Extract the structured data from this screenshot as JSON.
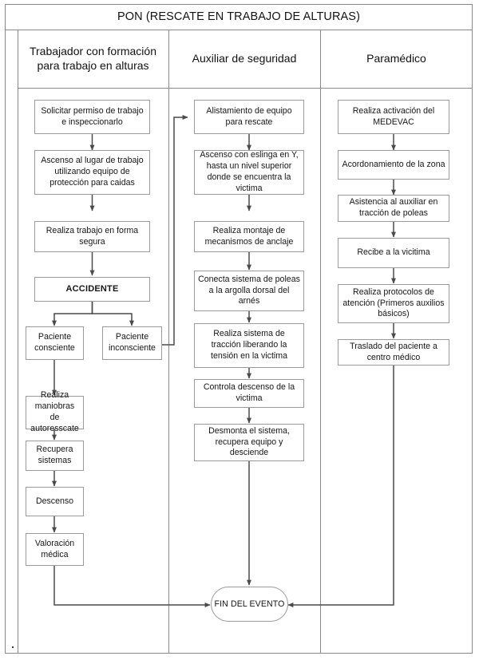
{
  "document": {
    "title": "PON (RESCATE EN TRABAJO DE ALTURAS)",
    "corner_mark": ""
  },
  "lanes": [
    {
      "id": "trabajador",
      "label": "Trabajador con formación para trabajo en alturas"
    },
    {
      "id": "auxiliar",
      "label": "Auxiliar de seguridad"
    },
    {
      "id": "paramedico",
      "label": "Paramédico"
    }
  ],
  "chart_data": {
    "type": "diagram",
    "diagram_kind": "swimlane-flowchart",
    "title": "PON (RESCATE EN TRABAJO DE ALTURAS)",
    "lanes": [
      "Trabajador con formación para trabajo en alturas",
      "Auxiliar de seguridad",
      "Paramédico"
    ],
    "nodes": [
      {
        "id": "t1",
        "lane": "trabajador",
        "shape": "process",
        "text": "Solicitar permiso de trabajo e inspeccionarlo"
      },
      {
        "id": "t2",
        "lane": "trabajador",
        "shape": "process",
        "text": "Ascenso al lugar de trabajo utilizando equipo de protección para caidas"
      },
      {
        "id": "t3",
        "lane": "trabajador",
        "shape": "process",
        "text": "Realiza trabajo en forma segura"
      },
      {
        "id": "t4",
        "lane": "trabajador",
        "shape": "process",
        "text": "ACCIDENTE",
        "emphasis": "bold"
      },
      {
        "id": "t5",
        "lane": "trabajador",
        "shape": "process",
        "text": "Paciente consciente"
      },
      {
        "id": "t6",
        "lane": "trabajador",
        "shape": "process",
        "text": "Paciente inconsciente"
      },
      {
        "id": "t7",
        "lane": "trabajador",
        "shape": "process",
        "text": "Realiza maniobras de autoresscate"
      },
      {
        "id": "t8",
        "lane": "trabajador",
        "shape": "process",
        "text": "Recupera sistemas"
      },
      {
        "id": "t9",
        "lane": "trabajador",
        "shape": "process",
        "text": "Descenso"
      },
      {
        "id": "t10",
        "lane": "trabajador",
        "shape": "process",
        "text": "Valoración médica"
      },
      {
        "id": "a1",
        "lane": "auxiliar",
        "shape": "process",
        "text": "Alistamiento de equipo para rescate"
      },
      {
        "id": "a2",
        "lane": "auxiliar",
        "shape": "process",
        "text": "Ascenso con eslinga en Y, hasta un nivel superior donde se encuentra la victima"
      },
      {
        "id": "a3",
        "lane": "auxiliar",
        "shape": "process",
        "text": "Realiza montaje de mecanismos de anclaje"
      },
      {
        "id": "a4",
        "lane": "auxiliar",
        "shape": "process",
        "text": "Conecta sistema de poleas a la argolla dorsal del arnés"
      },
      {
        "id": "a5",
        "lane": "auxiliar",
        "shape": "process",
        "text": "Realiza sistema de tracción liberando la tensión en la victima"
      },
      {
        "id": "a6",
        "lane": "auxiliar",
        "shape": "process",
        "text": "Controla descenso de la victima"
      },
      {
        "id": "a7",
        "lane": "auxiliar",
        "shape": "process",
        "text": "Desmonta el sistema, recupera equipo y desciende"
      },
      {
        "id": "p1",
        "lane": "paramedico",
        "shape": "process",
        "text": "Realiza activación del MEDEVAC"
      },
      {
        "id": "p2",
        "lane": "paramedico",
        "shape": "process",
        "text": "Acordonamiento de la zona"
      },
      {
        "id": "p3",
        "lane": "paramedico",
        "shape": "process",
        "text": "Asistencia al auxiliar en tracción de poleas"
      },
      {
        "id": "p4",
        "lane": "paramedico",
        "shape": "process",
        "text": "Recibe a la vicitima"
      },
      {
        "id": "p5",
        "lane": "paramedico",
        "shape": "process",
        "text": "Realiza protocolos de atención (Primeros auxilios básicos)"
      },
      {
        "id": "p6",
        "lane": "paramedico",
        "shape": "process",
        "text": "Traslado del paciente a centro médico"
      },
      {
        "id": "end",
        "lane": "auxiliar",
        "shape": "terminator",
        "text": "FIN DEL EVENTO"
      }
    ],
    "edges": [
      {
        "from": "t1",
        "to": "t2"
      },
      {
        "from": "t2",
        "to": "t3"
      },
      {
        "from": "t3",
        "to": "t4"
      },
      {
        "from": "t4",
        "to": "t5"
      },
      {
        "from": "t4",
        "to": "t6"
      },
      {
        "from": "t5",
        "to": "t7"
      },
      {
        "from": "t7",
        "to": "t8"
      },
      {
        "from": "t8",
        "to": "t9"
      },
      {
        "from": "t9",
        "to": "t10"
      },
      {
        "from": "t10",
        "to": "end"
      },
      {
        "from": "t6",
        "to": "a1"
      },
      {
        "from": "a1",
        "to": "a2"
      },
      {
        "from": "a2",
        "to": "a3"
      },
      {
        "from": "a3",
        "to": "a4"
      },
      {
        "from": "a4",
        "to": "a5"
      },
      {
        "from": "a5",
        "to": "a6"
      },
      {
        "from": "a6",
        "to": "a7"
      },
      {
        "from": "a7",
        "to": "end"
      },
      {
        "from": "p1",
        "to": "p2"
      },
      {
        "from": "p2",
        "to": "p3"
      },
      {
        "from": "p3",
        "to": "p4"
      },
      {
        "from": "p4",
        "to": "p5"
      },
      {
        "from": "p5",
        "to": "p6"
      },
      {
        "from": "p6",
        "to": "end"
      }
    ],
    "colors": {
      "frame_border": "#8a8a8a",
      "node_border": "#9a9a9a",
      "connector": "#4a4a4a",
      "text": "#161616",
      "background": "#ffffff"
    }
  }
}
